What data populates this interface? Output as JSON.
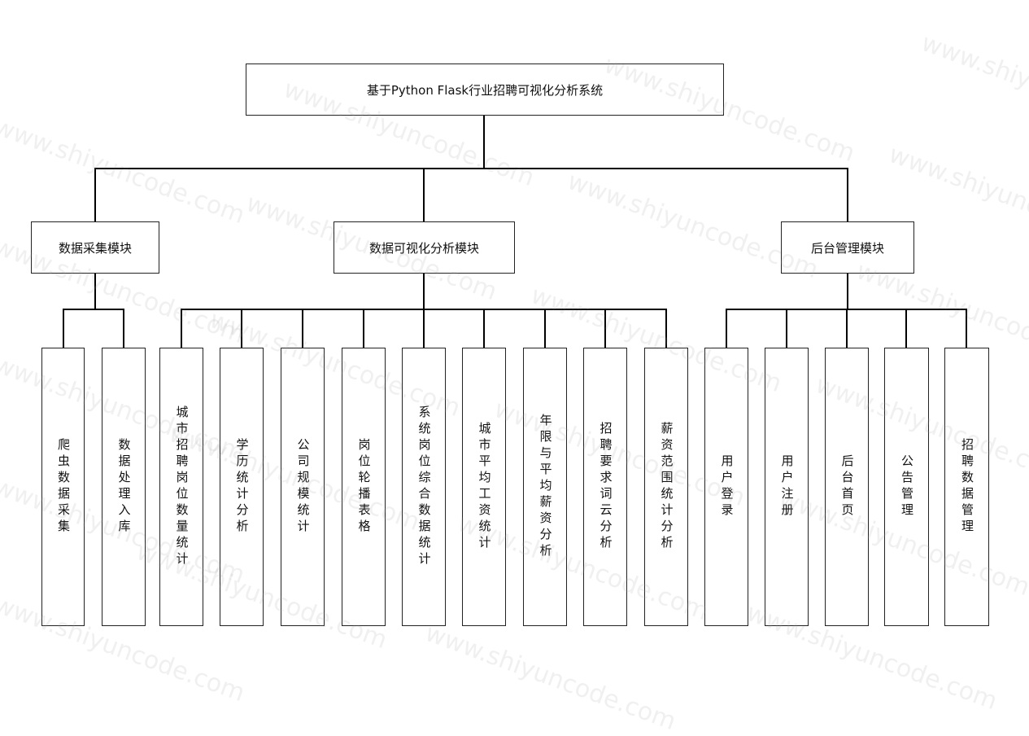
{
  "root": {
    "label": "基于Python Flask行业招聘可视化分析系统"
  },
  "modules": [
    {
      "label": "数据采集模块",
      "children": [
        "爬虫数据采集",
        "数据处理入库"
      ]
    },
    {
      "label": "数据可视化分析模块",
      "children": [
        "城市招聘岗位数量统计",
        "学历统计分析",
        "公司规模统计",
        "岗位轮播表格",
        "系统岗位综合数据统计",
        "城市平均工资统计",
        "年限与平均薪资分析",
        "招聘要求词云分析",
        "薪资范围统计分析"
      ]
    },
    {
      "label": "后台管理模块",
      "children": [
        "用户登录",
        "用户注册",
        "后台首页",
        "公告管理",
        "招聘数据管理"
      ]
    }
  ],
  "watermark": "www.shiyuncode.com"
}
